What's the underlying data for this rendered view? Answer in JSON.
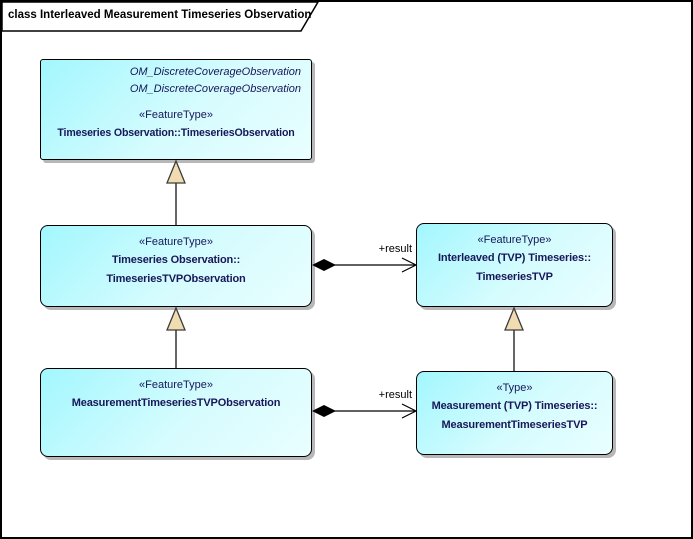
{
  "frame": {
    "title": "class Interleaved Measurement Timeseries Observation"
  },
  "classes": [
    {
      "id": "TimeseriesObservation",
      "inherits": [
        "OM_DiscreteCoverageObservation",
        "OM_DiscreteCoverageObservation"
      ],
      "stereotype": "«FeatureType»",
      "name_lines": [
        "Timeseries Observation::TimeseriesObservation"
      ]
    },
    {
      "id": "TimeseriesTVPObservation",
      "stereotype": "«FeatureType»",
      "name_lines": [
        "Timeseries Observation::",
        "TimeseriesTVPObservation"
      ]
    },
    {
      "id": "TimeseriesTVP",
      "stereotype": "«FeatureType»",
      "name_lines": [
        "Interleaved (TVP) Timeseries::",
        "TimeseriesTVP"
      ]
    },
    {
      "id": "MeasurementTimeseriesTVPObservation",
      "stereotype": "«FeatureType»",
      "name_lines": [
        "MeasurementTimeseriesTVPObservation"
      ]
    },
    {
      "id": "MeasurementTimeseriesTVP",
      "stereotype": "«Type»",
      "name_lines": [
        "Measurement (TVP) Timeseries::",
        "MeasurementTimeseriesTVP"
      ]
    }
  ],
  "connectors": [
    {
      "type": "generalization",
      "source": "TimeseriesTVPObservation",
      "target": "TimeseriesObservation"
    },
    {
      "type": "generalization",
      "source": "MeasurementTimeseriesTVPObservation",
      "target": "TimeseriesTVPObservation"
    },
    {
      "type": "generalization",
      "source": "MeasurementTimeseriesTVP",
      "target": "TimeseriesTVP"
    },
    {
      "type": "composition",
      "source": "TimeseriesTVPObservation",
      "target": "TimeseriesTVP",
      "label": "+result"
    },
    {
      "type": "composition",
      "source": "MeasurementTimeseriesTVPObservation",
      "target": "MeasurementTimeseriesTVP",
      "label": "+result"
    }
  ],
  "colors": {
    "node_fill_top": "#a2f7fe",
    "node_fill_bottom": "#e9feff",
    "node_border": "#000000",
    "node_text": "#17175a",
    "generalization_triangle_fill": "#f1dcb2",
    "node_shadow": "#b7b7b7",
    "line": "#000000"
  }
}
